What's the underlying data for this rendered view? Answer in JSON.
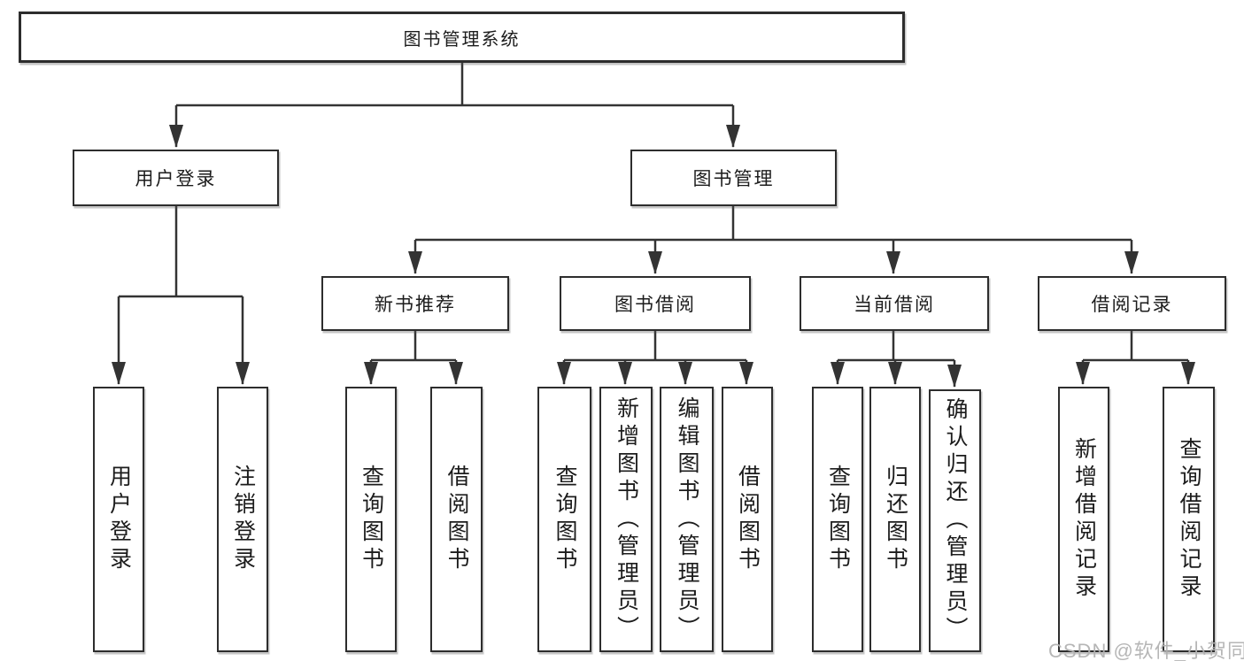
{
  "tree": {
    "root": {
      "label": "图书管理系统",
      "children": [
        {
          "label": "用户登录",
          "children": [
            {
              "label": "用户登录"
            },
            {
              "label": "注销登录"
            }
          ]
        },
        {
          "label": "图书管理",
          "children": [
            {
              "label": "新书推荐",
              "children": [
                {
                  "label": "查询图书"
                },
                {
                  "label": "借阅图书"
                }
              ]
            },
            {
              "label": "图书借阅",
              "children": [
                {
                  "label": "查询图书"
                },
                {
                  "label": "新增图书（管理员）"
                },
                {
                  "label": "编辑图书（管理员）"
                },
                {
                  "label": "借阅图书"
                }
              ]
            },
            {
              "label": "当前借阅",
              "children": [
                {
                  "label": "查询图书"
                },
                {
                  "label": "归还图书"
                },
                {
                  "label": "确认归还（管理员）"
                }
              ]
            },
            {
              "label": "借阅记录",
              "children": [
                {
                  "label": "新增借阅记录"
                },
                {
                  "label": "查询借阅记录"
                }
              ]
            }
          ]
        }
      ]
    }
  },
  "watermark": {
    "text": "CSDN @软件_小贺同学"
  },
  "colors": {
    "line": "#333333",
    "border": "#2d2d2d",
    "text": "#1c1c1c",
    "watermark": "#b2b2b2",
    "background": "#ffffff"
  }
}
